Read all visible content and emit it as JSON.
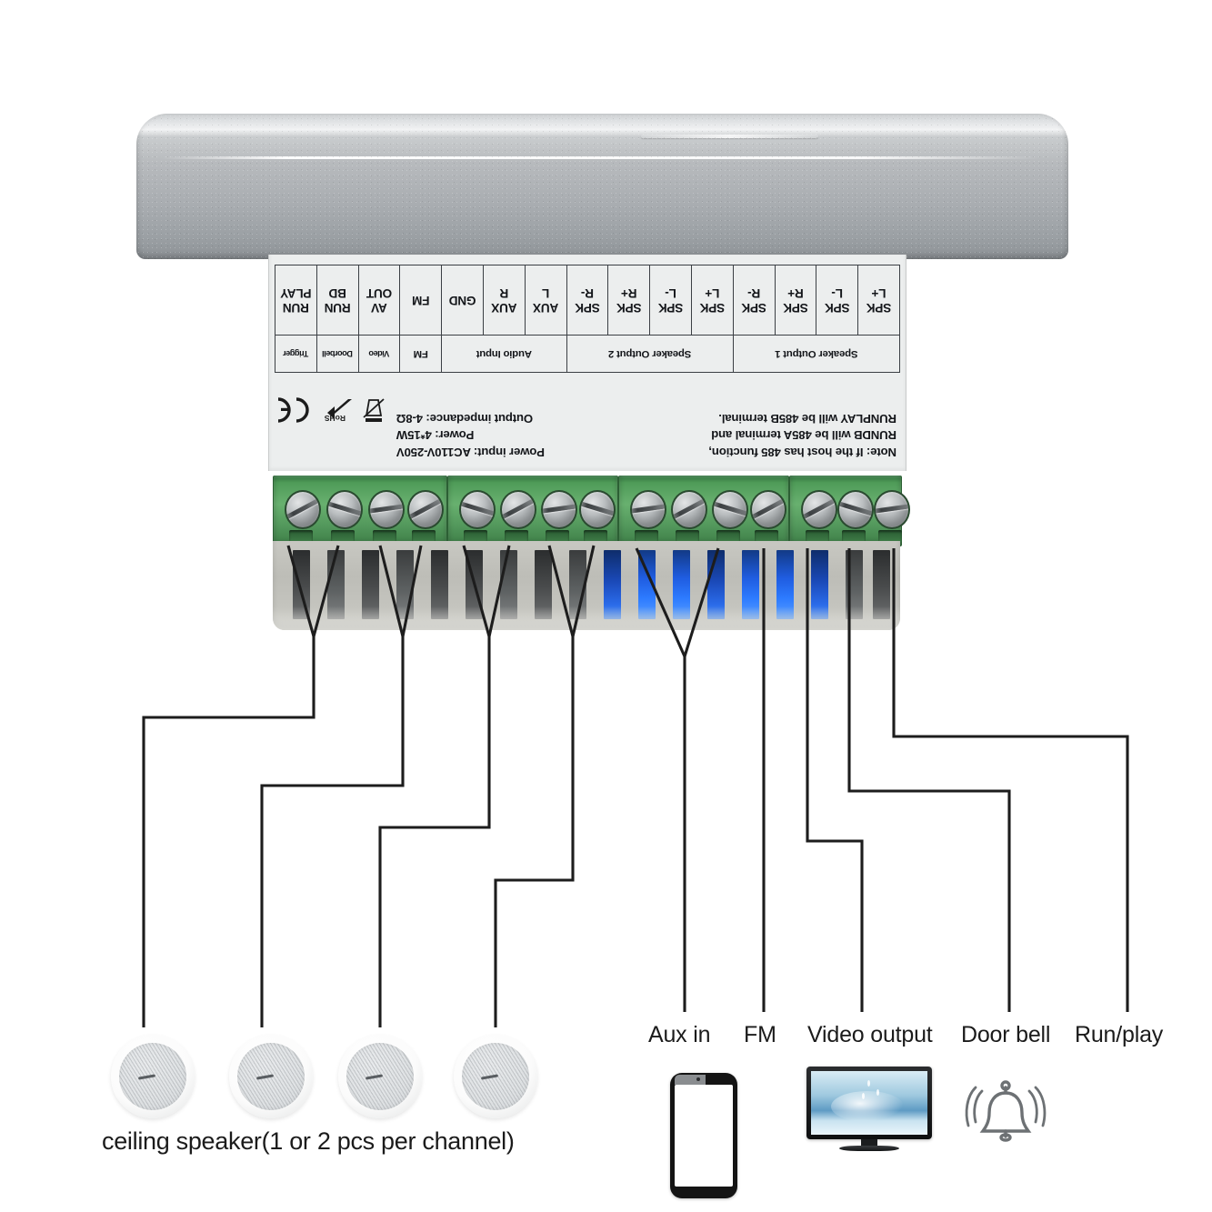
{
  "device": {
    "name": "4-channel ceiling speaker amplifier module",
    "casing_color": "#aeb2b6",
    "terminal_block_color": "#58a562",
    "reset_button": "power-slide-switch",
    "label": {
      "orientation": "upside-down",
      "specs_left": [
        "Note: If the host has 485 function,",
        "RUNDB will be 485A terminal and",
        "RUNPLAY will be 485B terminal."
      ],
      "specs_right": [
        "Power input: AC110V-250V",
        "Power: 4*15W",
        "Output impedance: 4-8Ω"
      ],
      "certifications": [
        "CE",
        "RoHS",
        "WEEE"
      ],
      "groups": [
        {
          "title": "Speaker Output 1",
          "span": 4
        },
        {
          "title": "Speaker Output 2",
          "span": 4
        },
        {
          "title": "Audio Input",
          "span": 3
        },
        {
          "title": "FM",
          "span": 1
        },
        {
          "title": "Video",
          "span": 1
        },
        {
          "title": "Doorbell",
          "span": 1
        },
        {
          "title": "Trigger",
          "span": 1
        }
      ],
      "terminals": [
        {
          "line1": "SPK",
          "line2": "L+"
        },
        {
          "line1": "SPK",
          "line2": "L-"
        },
        {
          "line1": "SPK",
          "line2": "R+"
        },
        {
          "line1": "SPK",
          "line2": "R-"
        },
        {
          "line1": "SPK",
          "line2": "L+"
        },
        {
          "line1": "SPK",
          "line2": "L-"
        },
        {
          "line1": "SPK",
          "line2": "R+"
        },
        {
          "line1": "SPK",
          "line2": "R-"
        },
        {
          "line1": "AUX",
          "line2": "L"
        },
        {
          "line1": "AUX",
          "line2": "R"
        },
        {
          "line1": "GND",
          "line2": ""
        },
        {
          "line1": "FM",
          "line2": ""
        },
        {
          "line1": "AV",
          "line2": "OUT"
        },
        {
          "line1": "RUN",
          "line2": "BD"
        },
        {
          "line1": "RUN",
          "line2": "PLAY"
        }
      ]
    }
  },
  "callouts": [
    {
      "id": "aux-in",
      "label": "Aux in"
    },
    {
      "id": "fm",
      "label": "FM"
    },
    {
      "id": "video-output",
      "label": "Video output"
    },
    {
      "id": "door-bell",
      "label": "Door bell"
    },
    {
      "id": "run-play",
      "label": "Run/play"
    }
  ],
  "caption": {
    "speakers": "ceiling speaker(1 or 2 pcs per channel)"
  },
  "icons": {
    "speaker": "ceiling-speaker-icon",
    "phone": "smartphone-icon",
    "tv": "television-icon",
    "bell": "doorbell-icon"
  },
  "colors": {
    "line": "#1d1d1d",
    "terminal_green": "#58a562",
    "led_blue": "#2a6ae8",
    "casing": "#aeb2b6"
  }
}
